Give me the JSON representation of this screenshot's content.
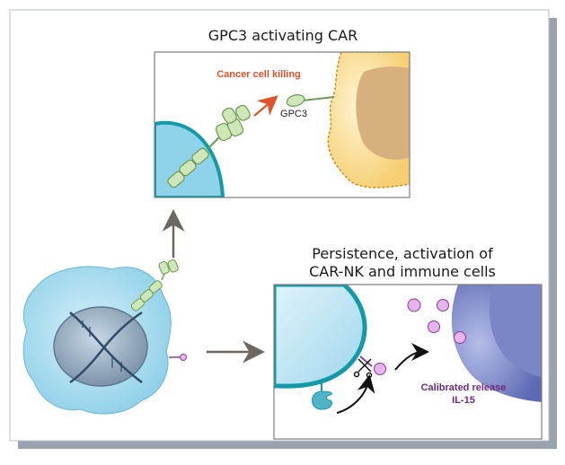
{
  "top_panel": {
    "title": "GPC3 activating CAR",
    "killing_label": "Cancer cell killing",
    "antigen_label": "GPC3"
  },
  "bottom_panel": {
    "title_line1": "Persistence, activation of",
    "title_line2": "CAR-NK and immune cells",
    "release_label_line1": "Calibrated release",
    "release_label_line2": "IL-15"
  },
  "colors": {
    "nk_cell": "#a9dcef",
    "nk_membrane": "#139aa8",
    "car_receptor": "#cfe6b8",
    "cancer_cell": "#fde8a0",
    "il15": "#e6b3ec",
    "arrow_highlight": "#e0522a",
    "arrow_gray": "#6e6660",
    "immune_cell": "#7b86c6"
  }
}
